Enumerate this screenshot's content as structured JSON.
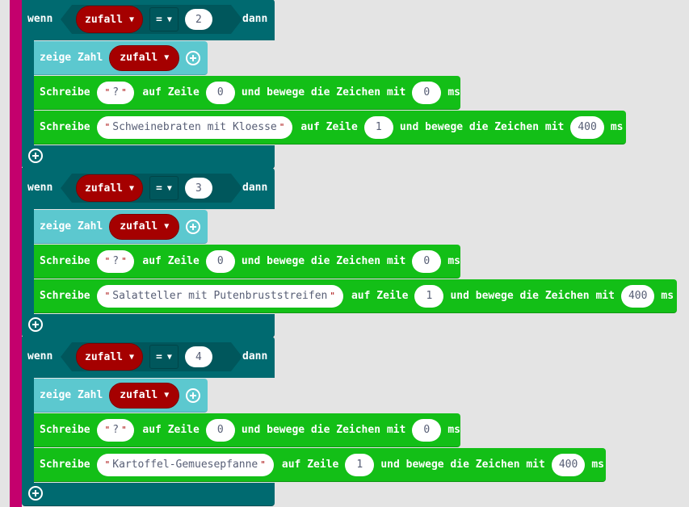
{
  "blocks": [
    {
      "if_kw": "wenn",
      "var": "zufall",
      "op": "=",
      "value": "2",
      "then_kw": "dann",
      "show": {
        "label": "zeige Zahl",
        "var": "zufall"
      },
      "writes": [
        {
          "label": "Schreibe",
          "text": "?",
          "line_label": "auf Zeile",
          "line": "0",
          "move_label": "und bewege die Zeichen mit",
          "ms": "0",
          "unit": "ms"
        },
        {
          "label": "Schreibe",
          "text": "Schweinebraten mit Kloesse",
          "line_label": "auf Zeile",
          "line": "1",
          "move_label": "und bewege die Zeichen mit",
          "ms": "400",
          "unit": "ms"
        }
      ]
    },
    {
      "if_kw": "wenn",
      "var": "zufall",
      "op": "=",
      "value": "3",
      "then_kw": "dann",
      "show": {
        "label": "zeige Zahl",
        "var": "zufall"
      },
      "writes": [
        {
          "label": "Schreibe",
          "text": "?",
          "line_label": "auf Zeile",
          "line": "0",
          "move_label": "und bewege die Zeichen mit",
          "ms": "0",
          "unit": "ms"
        },
        {
          "label": "Schreibe",
          "text": "Salatteller mit Putenbruststreifen",
          "line_label": "auf Zeile",
          "line": "1",
          "move_label": "und bewege die Zeichen mit",
          "ms": "400",
          "unit": "ms"
        }
      ]
    },
    {
      "if_kw": "wenn",
      "var": "zufall",
      "op": "=",
      "value": "4",
      "then_kw": "dann",
      "show": {
        "label": "zeige Zahl",
        "var": "zufall"
      },
      "writes": [
        {
          "label": "Schreibe",
          "text": "?",
          "line_label": "auf Zeile",
          "line": "0",
          "move_label": "und bewege die Zeichen mit",
          "ms": "0",
          "unit": "ms"
        },
        {
          "label": "Schreibe",
          "text": "Kartoffel-Gemuesepfanne",
          "line_label": "auf Zeile",
          "line": "1",
          "move_label": "und bewege die Zeichen mit",
          "ms": "400",
          "unit": "ms"
        }
      ]
    }
  ],
  "colors": {
    "control": "#006a70",
    "display": "#5cc8cf",
    "text": "#13bf17",
    "variable": "#a50000",
    "stack": "#c4006d"
  }
}
